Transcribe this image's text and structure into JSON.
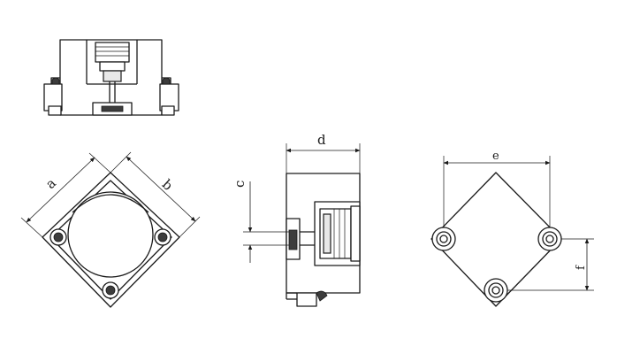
{
  "dimensions": {
    "a": "a",
    "b": "b",
    "c": "c",
    "d": "d",
    "e": "e",
    "f": "f"
  },
  "colors": {
    "line": "#1a1a1a",
    "background": "#ffffff"
  }
}
